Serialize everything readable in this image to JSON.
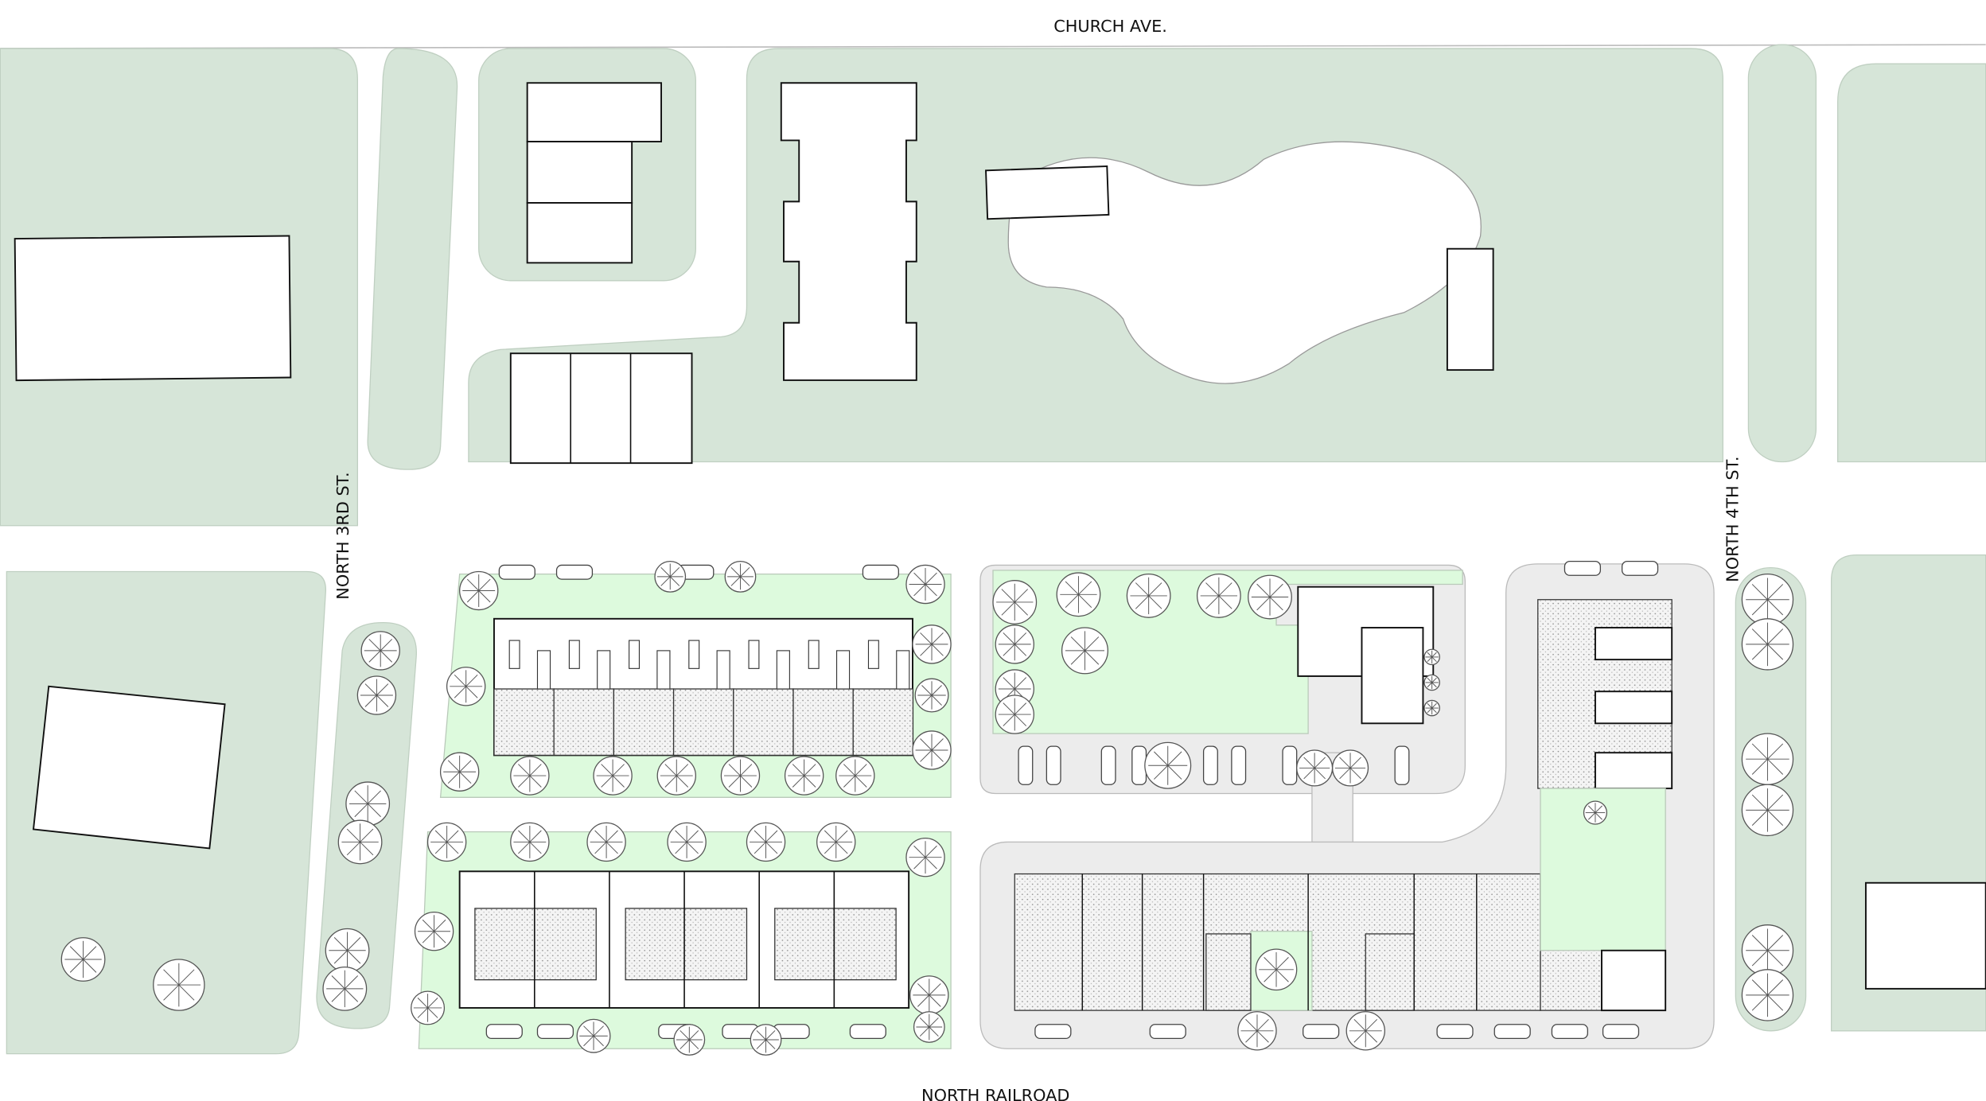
{
  "streets": {
    "north": "CHURCH AVE.",
    "south": "NORTH RAILROAD",
    "west": "NORTH 3RD ST.",
    "east": "NORTH 4TH ST."
  },
  "colors": {
    "context_green": "#d6e5d8",
    "site_green": "#ddfadd",
    "paving": "#ececec",
    "building": "#ffffff"
  }
}
